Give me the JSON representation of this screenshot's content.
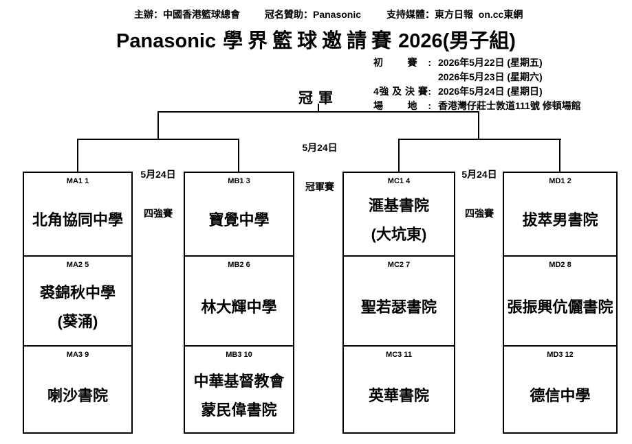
{
  "credits": {
    "organizer": "主辦：中國香港籃球總會",
    "sponsor": "冠名贊助：Panasonic",
    "media": "支持媒體：東方日報  on.cc東網"
  },
  "title": {
    "en": "Panasonic",
    "zh": "學界籃球邀請賽",
    "year": "2026(男子組)"
  },
  "schedule": {
    "rows": [
      {
        "label": "初 賽:",
        "value": "2026年5月22日 (星期五)"
      },
      {
        "label": "",
        "value": "2026年5月23日 (星期六)"
      },
      {
        "label": "4強 及 決 賽:",
        "value": "2026年5月24日 (星期日)"
      },
      {
        "label": "場 地:",
        "value": "香港灣仔莊士敦道111號 修頓場館"
      }
    ]
  },
  "bracket": {
    "champion": "冠軍",
    "final_date": "5月24日",
    "final_name": "冠軍賽",
    "semi_date": "5月24日",
    "semi_name": "四強賽"
  },
  "teams": {
    "columns": [
      {
        "cells": [
          {
            "code": "MA1 1",
            "lines": [
              "北角協同中學"
            ]
          },
          {
            "code": "MA2 5",
            "lines": [
              "裘錦秋中學",
              "(葵涌)"
            ]
          },
          {
            "code": "MA3 9",
            "lines": [
              "喇沙書院"
            ]
          }
        ]
      },
      {
        "cells": [
          {
            "code": "MB1 3",
            "lines": [
              "寶覺中學"
            ]
          },
          {
            "code": "MB2 6",
            "lines": [
              "林大輝中學"
            ]
          },
          {
            "code": "MB3 10",
            "lines": [
              "中華基督教會",
              "蒙民偉書院"
            ]
          }
        ]
      },
      {
        "cells": [
          {
            "code": "MC1 4",
            "lines": [
              "滙基書院",
              "(大坑東)"
            ]
          },
          {
            "code": "MC2 7",
            "lines": [
              "聖若瑟書院"
            ]
          },
          {
            "code": "MC3 11",
            "lines": [
              "英華書院"
            ]
          }
        ]
      },
      {
        "cells": [
          {
            "code": "MD1 2",
            "lines": [
              "拔萃男書院"
            ]
          },
          {
            "code": "MD2 8",
            "lines": [
              "張振興伉儷書院"
            ]
          },
          {
            "code": "MD3 12",
            "lines": [
              "德信中學"
            ]
          }
        ]
      }
    ]
  }
}
